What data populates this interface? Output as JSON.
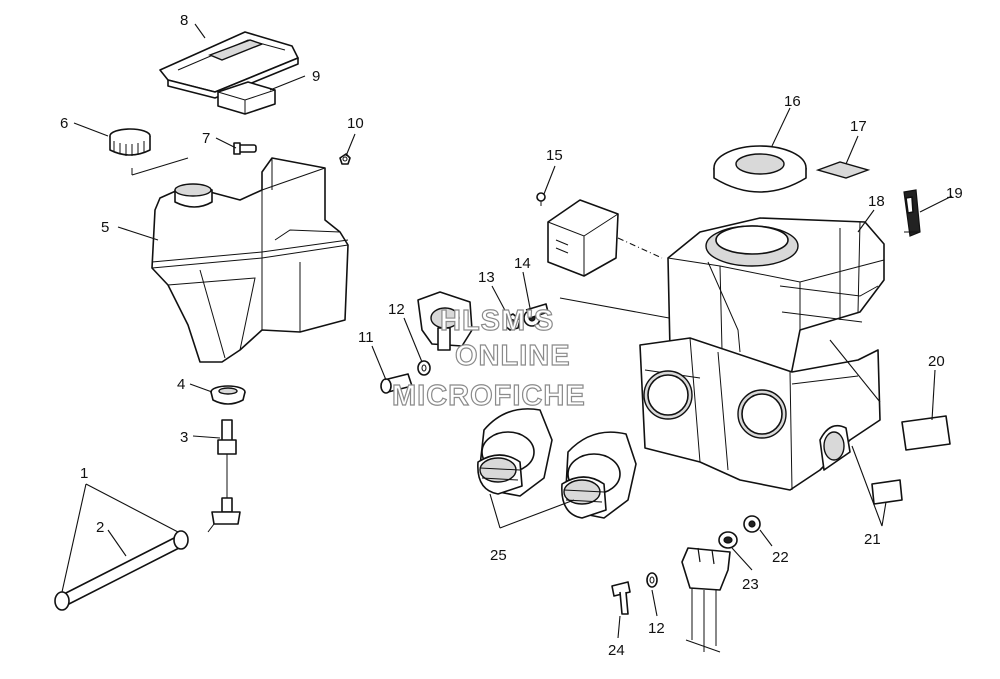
{
  "watermark": {
    "lines": [
      "HLSM'S",
      "ONLINE",
      "MICROFICHE"
    ]
  },
  "callouts": {
    "c1": "1",
    "c2": "2",
    "c3": "3",
    "c4": "4",
    "c5": "5",
    "c6": "6",
    "c7": "7",
    "c8": "8",
    "c9": "9",
    "c10": "10",
    "c11": "11",
    "c12a": "12",
    "c12b": "12",
    "c13": "13",
    "c14": "14",
    "c15": "15",
    "c16": "16",
    "c17": "17",
    "c18": "18",
    "c19": "19",
    "c20": "20",
    "c21": "21",
    "c22": "22",
    "c23": "23",
    "c24": "24",
    "c25": "25"
  }
}
